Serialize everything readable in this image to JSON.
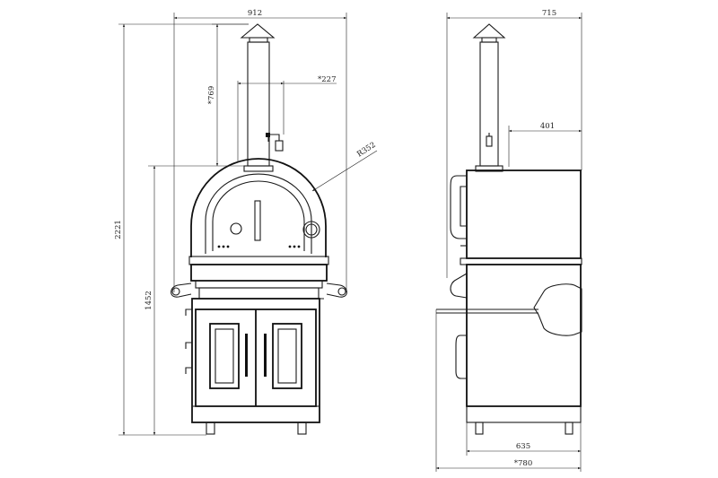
{
  "dimensions": {
    "front_width": "912",
    "chimney_height": "*769",
    "chimney_width": "*227",
    "dome_radius": "R352",
    "oven_height": "1452",
    "total_height": "2221",
    "side_depth": "715",
    "side_offset": "401",
    "cabinet_depth": "635",
    "overall_depth": "*780"
  }
}
